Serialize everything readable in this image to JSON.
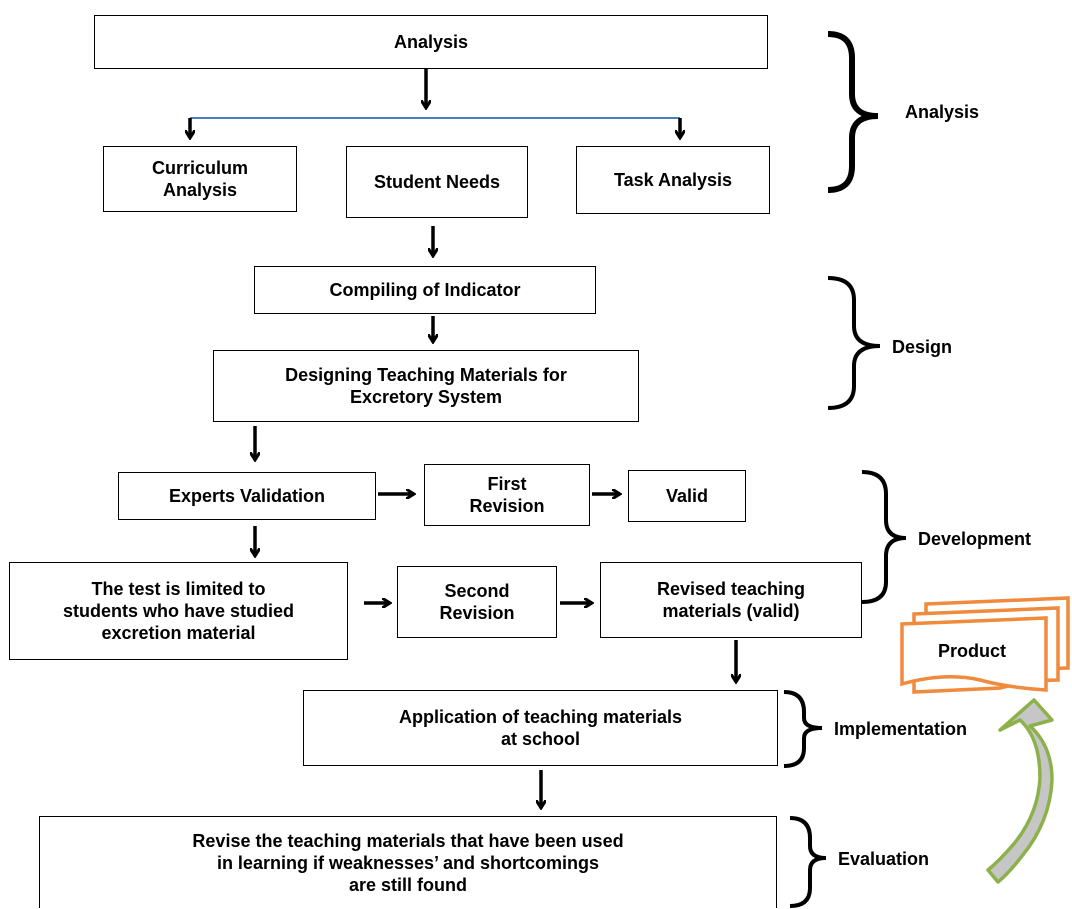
{
  "boxes": {
    "analysis_top": "Analysis",
    "curriculum": "Curriculum\nAnalysis",
    "student_needs": "Student Needs",
    "task_analysis": "Task Analysis",
    "compiling": "Compiling of Indicator",
    "designing": "Designing Teaching Materials for\nExcretory System",
    "experts": "Experts Validation",
    "first_revision": "First\nRevision",
    "valid": "Valid",
    "test_limited": "The test is limited to\nstudents who have studied\nexcretion material",
    "second_revision": "Second\nRevision",
    "revised": "Revised teaching\nmaterials (valid)",
    "application": "Application of teaching materials\nat school",
    "revise": "Revise the teaching materials that have been used\nin learning if weaknesses’ and shortcomings\nare still found"
  },
  "phases": {
    "analysis": "Analysis",
    "design": "Design",
    "development": "Development",
    "implementation": "Implementation",
    "evaluation": "Evaluation"
  },
  "product": {
    "label": "Product"
  },
  "colors": {
    "line": "#000000",
    "branch_line": "#4a7ebb",
    "product_outline": "#f08a3c",
    "cycle_arrow_fill": "#c6c6c6",
    "cycle_arrow_outline": "#8db14a"
  }
}
